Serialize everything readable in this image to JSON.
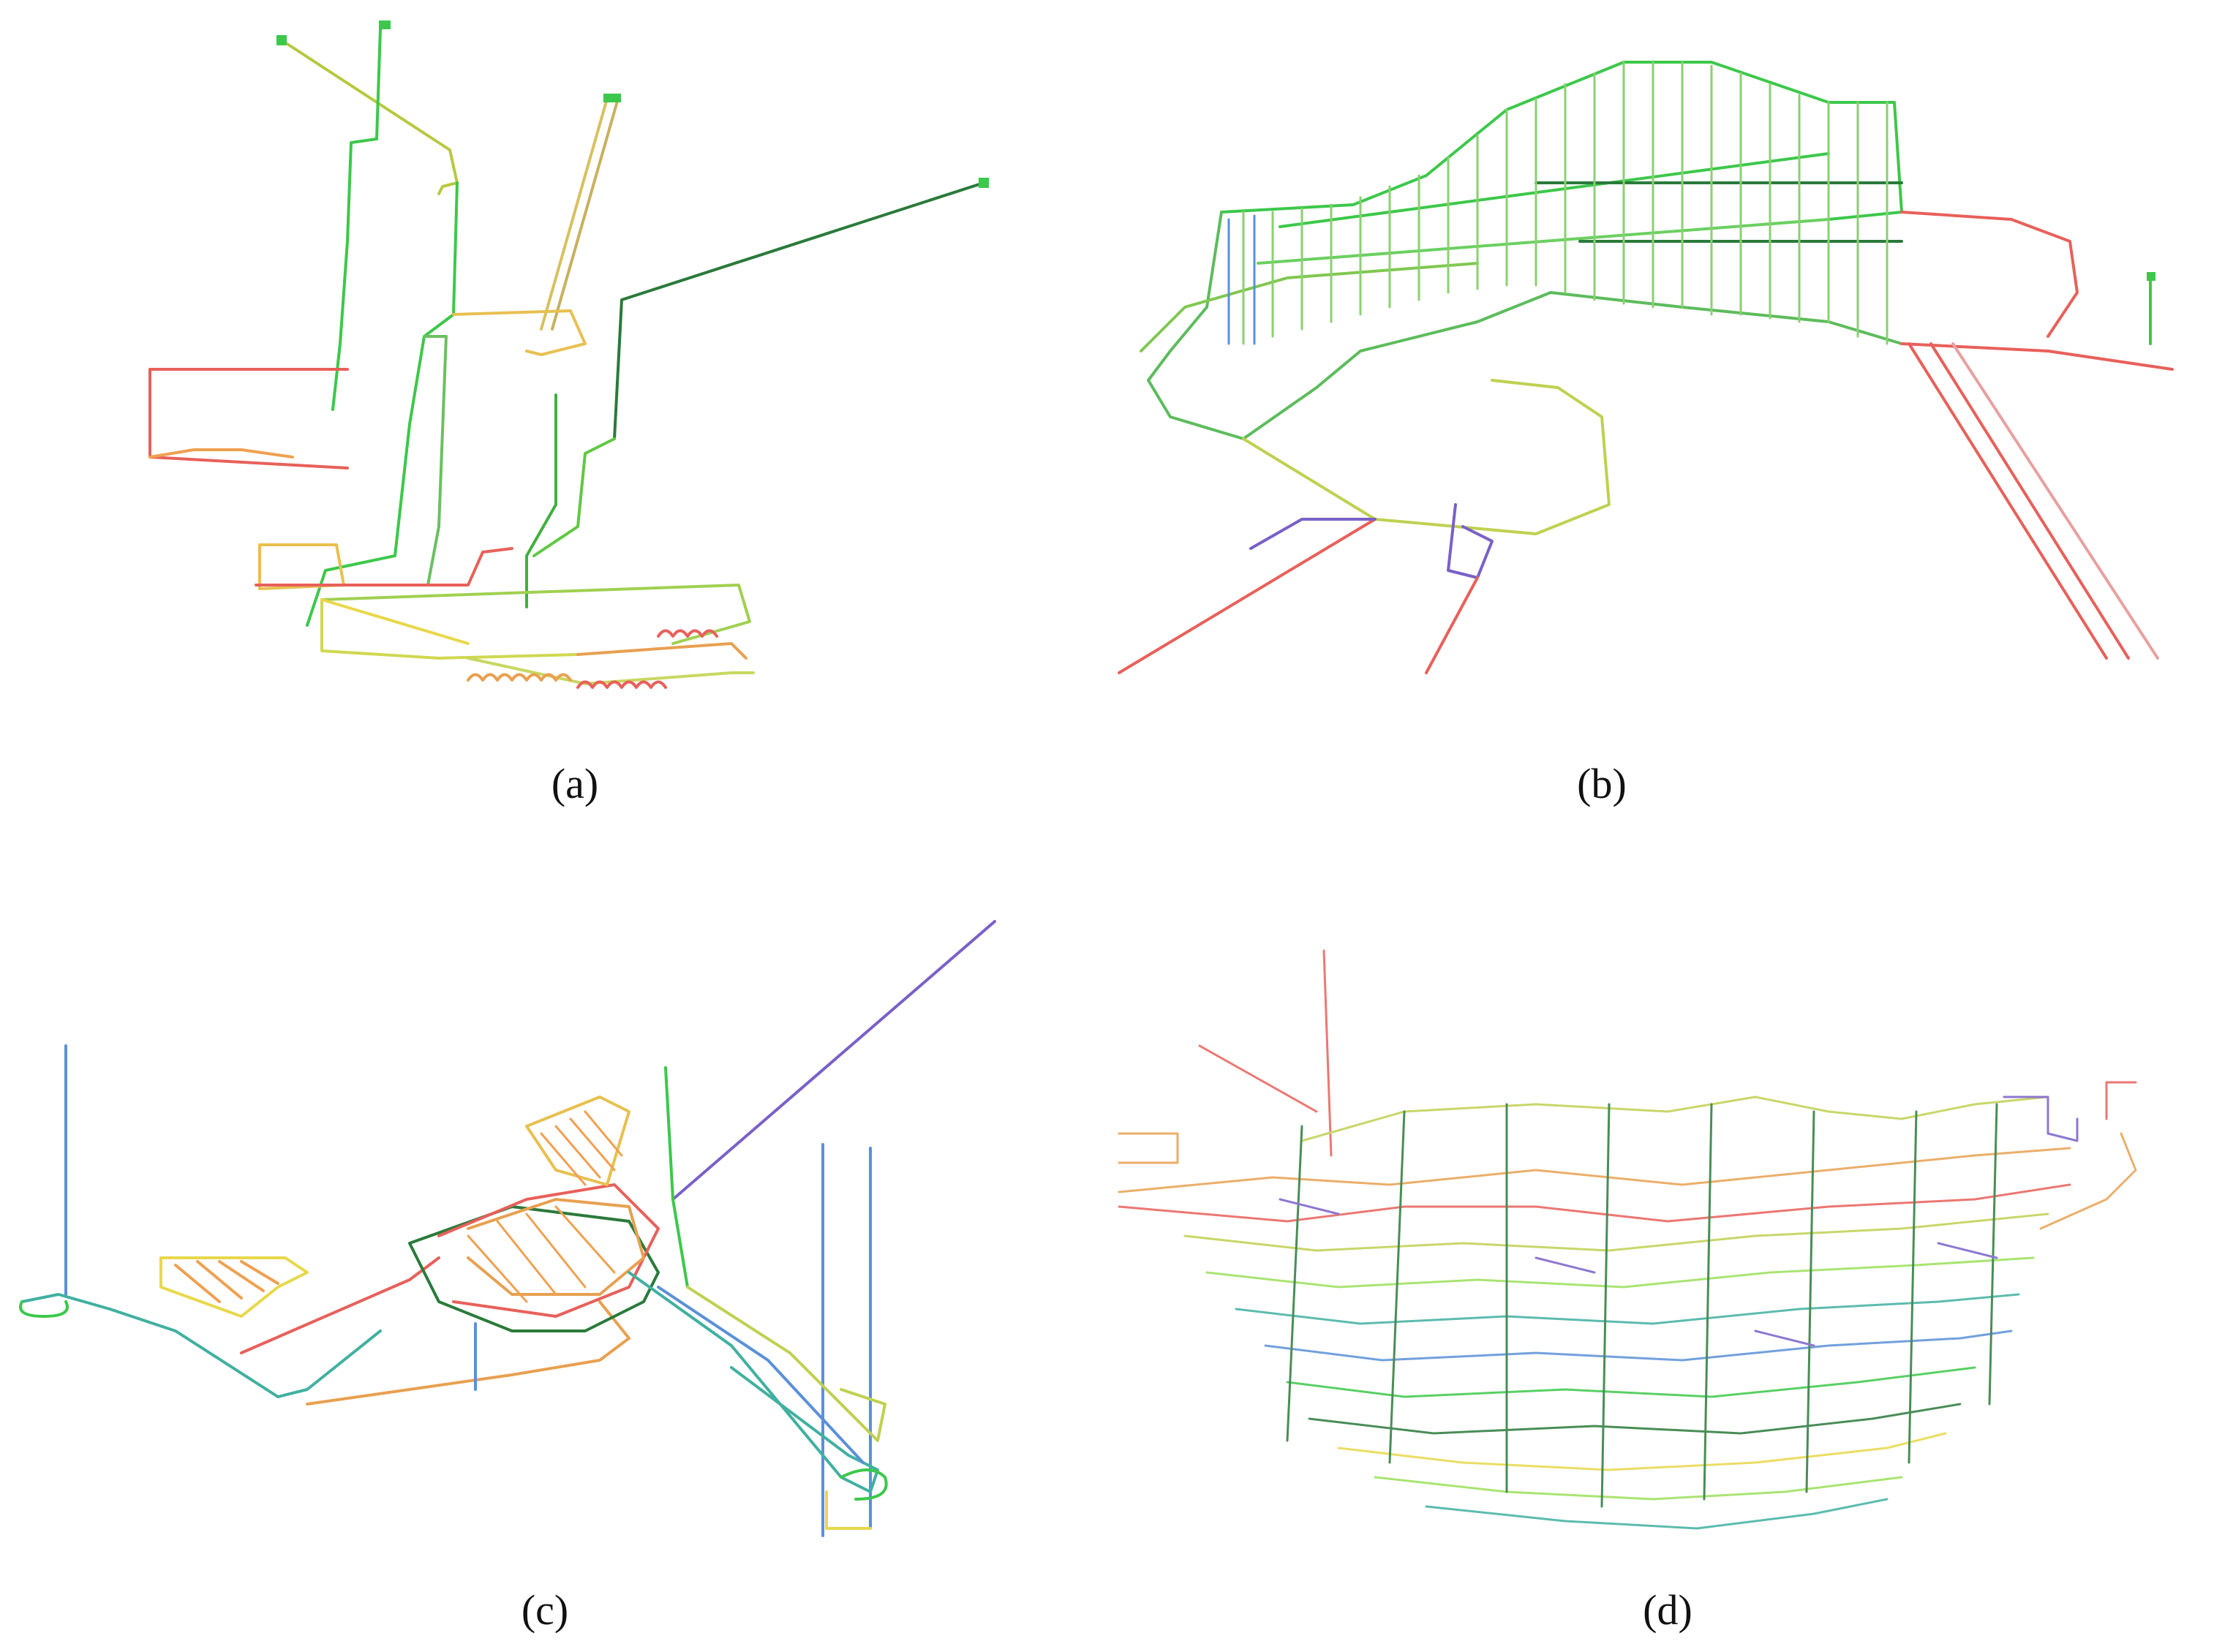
{
  "figure": {
    "panels": [
      {
        "id": "a",
        "caption": "(a)"
      },
      {
        "id": "b",
        "caption": "(b)"
      },
      {
        "id": "c",
        "caption": "(c)"
      },
      {
        "id": "d",
        "caption": "(d)"
      }
    ]
  },
  "colors": {
    "green": "#3cc84a",
    "light_green": "#9be05a",
    "yellow": "#e8d84a",
    "orange": "#f0a050",
    "red": "#e8605a",
    "blue": "#5a90d8",
    "purple": "#7a60c8",
    "teal": "#40b0a0",
    "dark_green": "#2a7a3a"
  }
}
